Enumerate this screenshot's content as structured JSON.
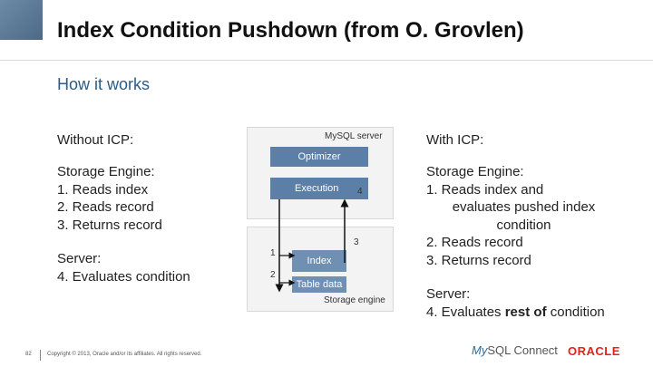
{
  "slide": {
    "title": "Index Condition Pushdown (from O. Grovlen)",
    "subtitle": "How it works"
  },
  "left": {
    "heading": "Without ICP:",
    "storage_lines": [
      "Storage Engine:",
      "1. Reads index",
      "2. Reads record",
      "3. Returns record"
    ],
    "server_lines": [
      "Server:",
      "4. Evaluates condition"
    ]
  },
  "right": {
    "heading": "With ICP:",
    "storage_lines": [
      "Storage Engine:",
      "1. Reads index and",
      "evaluates pushed index",
      "condition",
      "2. Reads record",
      "3. Returns record"
    ],
    "server_label": "Server:",
    "server_prefix": "4. Evaluates ",
    "server_bold": "rest of",
    "server_suffix": " condition"
  },
  "diagram": {
    "server_label": "MySQL server",
    "optimizer": "Optimizer",
    "execution": "Execution",
    "index": "Index",
    "table_data": "Table data",
    "storage_engine": "Storage engine",
    "step1": "1",
    "step2": "2",
    "step3": "3",
    "step4": "4"
  },
  "footer": {
    "page_number": "82",
    "copyright": "Copyright © 2013, Oracle and/or its affiliates. All rights reserved.",
    "mysql_my": "My",
    "mysql_rest": "SQL Connect",
    "oracle": "ORACLE"
  },
  "colors": {
    "accent_blue": "#2b5d86",
    "box_blue": "#5b7fa6",
    "oracle_red": "#e2231a"
  }
}
